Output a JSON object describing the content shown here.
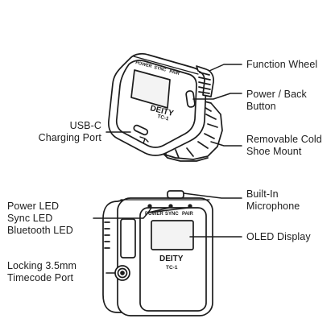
{
  "device": {
    "top_labels": [
      "POWER",
      "SYNC",
      "PAIR"
    ],
    "brand": "DEITY",
    "model": "TC-1"
  },
  "callouts": {
    "function_wheel": [
      "Function Wheel"
    ],
    "power_back": [
      "Power / Back",
      "Button"
    ],
    "usb_c": [
      "USB-C",
      "Charging Port"
    ],
    "cold_shoe": [
      "Removable Cold",
      "Shoe Mount"
    ],
    "leds": [
      "Power LED",
      "Sync LED",
      "Bluetooth LED"
    ],
    "microphone": [
      "Built-In",
      "Microphone"
    ],
    "oled": [
      "OLED Display"
    ],
    "timecode": [
      "Locking 3.5mm",
      "Timecode Port"
    ]
  },
  "colors": {
    "line": "#1c1c1c",
    "body_fill": "#ffffff",
    "screen_fill": "#f3f3f3"
  }
}
